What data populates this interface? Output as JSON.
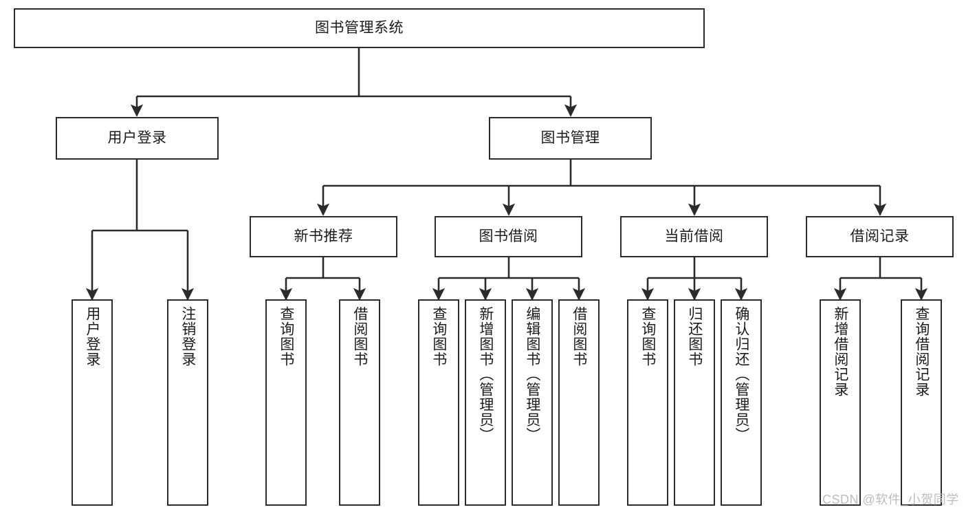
{
  "diagram": {
    "type": "tree",
    "title": "图书管理系统",
    "watermark": "CSDN @软件_小贺同学",
    "colors": {
      "box_border": "#2b2b2b",
      "box_fill": "#ffffff",
      "connector": "#2b2b2b",
      "text": "#1b1b1b",
      "watermark": "#bdbdbd"
    },
    "nodes": {
      "root": {
        "label": "图书管理系统",
        "level": 1,
        "orientation": "horizontal"
      },
      "n_user_login": {
        "label": "用户登录",
        "level": 2,
        "orientation": "horizontal"
      },
      "n_book_manage": {
        "label": "图书管理",
        "level": 2,
        "orientation": "horizontal"
      },
      "n_new_book_rec": {
        "label": "新书推荐",
        "level": 3,
        "orientation": "horizontal"
      },
      "n_book_borrow": {
        "label": "图书借阅",
        "level": 3,
        "orientation": "horizontal"
      },
      "n_current_borrow": {
        "label": "当前借阅",
        "level": 3,
        "orientation": "horizontal"
      },
      "n_borrow_record": {
        "label": "借阅记录",
        "level": 3,
        "orientation": "horizontal"
      },
      "l_user_login": {
        "label": "用户登录",
        "level": 4,
        "orientation": "vertical"
      },
      "l_user_logout": {
        "label": "注销登录",
        "level": 4,
        "orientation": "vertical"
      },
      "l_query_book_1": {
        "label": "查询图书",
        "level": 4,
        "orientation": "vertical"
      },
      "l_borrow_book_1": {
        "label": "借阅图书",
        "level": 4,
        "orientation": "vertical"
      },
      "l_query_book_2": {
        "label": "查询图书",
        "level": 4,
        "orientation": "vertical"
      },
      "l_add_book_admin": {
        "label": "新增图书（管理员）",
        "level": 4,
        "orientation": "vertical"
      },
      "l_edit_book_admin": {
        "label": "编辑图书（管理员）",
        "level": 4,
        "orientation": "vertical"
      },
      "l_borrow_book_2": {
        "label": "借阅图书",
        "level": 4,
        "orientation": "vertical"
      },
      "l_query_book_3": {
        "label": "查询图书",
        "level": 4,
        "orientation": "vertical"
      },
      "l_return_book": {
        "label": "归还图书",
        "level": 4,
        "orientation": "vertical"
      },
      "l_confirm_return_admin": {
        "label": "确认归还（管理员）",
        "level": 4,
        "orientation": "vertical"
      },
      "l_add_borrow_record": {
        "label": "新增借阅记录",
        "level": 4,
        "orientation": "vertical"
      },
      "l_query_borrow_record": {
        "label": "查询借阅记录",
        "level": 4,
        "orientation": "vertical"
      }
    },
    "edges": [
      {
        "from": "root",
        "to": "n_user_login"
      },
      {
        "from": "root",
        "to": "n_book_manage"
      },
      {
        "from": "n_user_login",
        "to": "l_user_login"
      },
      {
        "from": "n_user_login",
        "to": "l_user_logout"
      },
      {
        "from": "n_book_manage",
        "to": "n_new_book_rec"
      },
      {
        "from": "n_book_manage",
        "to": "n_book_borrow"
      },
      {
        "from": "n_book_manage",
        "to": "n_current_borrow"
      },
      {
        "from": "n_book_manage",
        "to": "n_borrow_record"
      },
      {
        "from": "n_new_book_rec",
        "to": "l_query_book_1"
      },
      {
        "from": "n_new_book_rec",
        "to": "l_borrow_book_1"
      },
      {
        "from": "n_book_borrow",
        "to": "l_query_book_2"
      },
      {
        "from": "n_book_borrow",
        "to": "l_add_book_admin"
      },
      {
        "from": "n_book_borrow",
        "to": "l_edit_book_admin"
      },
      {
        "from": "n_book_borrow",
        "to": "l_borrow_book_2"
      },
      {
        "from": "n_current_borrow",
        "to": "l_query_book_3"
      },
      {
        "from": "n_current_borrow",
        "to": "l_return_book"
      },
      {
        "from": "n_current_borrow",
        "to": "l_confirm_return_admin"
      },
      {
        "from": "n_borrow_record",
        "to": "l_add_borrow_record"
      },
      {
        "from": "n_borrow_record",
        "to": "l_query_borrow_record"
      }
    ]
  }
}
